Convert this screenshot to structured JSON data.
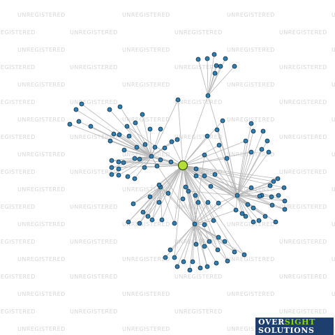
{
  "watermark": {
    "text": "UNREGISTERED"
  },
  "branding": {
    "over": "OVER",
    "sight": "SIGHT",
    "solutions": "SOLUTIONS"
  },
  "colors": {
    "background": "#ffffff",
    "edge": "#b5b5b5",
    "node_fill": "#2f7fb0",
    "node_stroke": "#0f2a3d",
    "central_fill": "#b7dd3a",
    "central_stroke": "#2d4d12",
    "logo_bg": "#1c3f6e",
    "logo_accent": "#8fd400",
    "watermark": "#d6d6d6"
  },
  "network": {
    "central_node": "Focus entity",
    "hubs": [
      "north cluster hub",
      "west cluster hub",
      "east cluster hub",
      "south cluster hub",
      "southwest cluster hub"
    ],
    "node_count": 129
  }
}
